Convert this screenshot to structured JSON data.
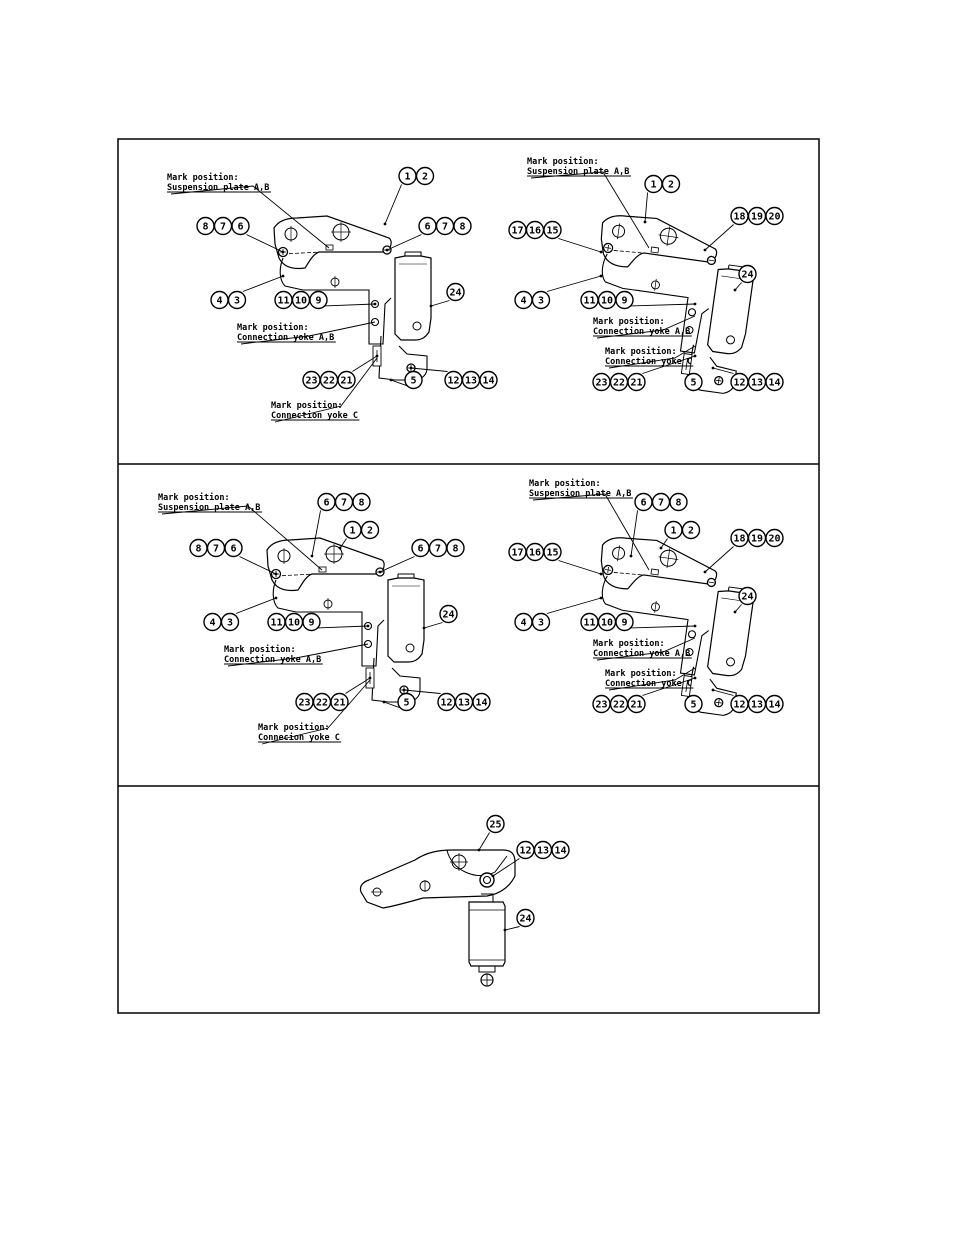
{
  "diagram": {
    "panels": [
      {
        "assemblies": [
          {
            "callouts": [
              {
                "id": "c12",
                "numbers": [
                  "1",
                  "2"
                ]
              },
              {
                "id": "c876",
                "numbers": [
                  "8",
                  "7",
                  "6"
                ]
              },
              {
                "id": "c678",
                "numbers": [
                  "6",
                  "7",
                  "8"
                ]
              },
              {
                "id": "c43",
                "numbers": [
                  "4",
                  "3"
                ]
              },
              {
                "id": "c11109",
                "numbers": [
                  "11",
                  "10",
                  "9"
                ]
              },
              {
                "id": "c24",
                "numbers": [
                  "24"
                ]
              },
              {
                "id": "c232221",
                "numbers": [
                  "23",
                  "22",
                  "21"
                ]
              },
              {
                "id": "c5",
                "numbers": [
                  "5"
                ]
              },
              {
                "id": "c121314",
                "numbers": [
                  "12",
                  "13",
                  "14"
                ]
              }
            ],
            "marks": [
              {
                "lines": [
                  "Mark position:",
                  "Suspension plate A,B"
                ]
              },
              {
                "lines": [
                  "Mark position:",
                  "Connection yoke A,B"
                ]
              },
              {
                "lines": [
                  "Mark position:",
                  "Connection yoke C"
                ]
              }
            ]
          },
          {
            "callouts": [
              {
                "id": "c12",
                "numbers": [
                  "1",
                  "2"
                ]
              },
              {
                "id": "c171615",
                "numbers": [
                  "17",
                  "16",
                  "15"
                ]
              },
              {
                "id": "c181920",
                "numbers": [
                  "18",
                  "19",
                  "20"
                ]
              },
              {
                "id": "c24",
                "numbers": [
                  "24"
                ]
              },
              {
                "id": "c43",
                "numbers": [
                  "4",
                  "3"
                ]
              },
              {
                "id": "c11109",
                "numbers": [
                  "11",
                  "10",
                  "9"
                ]
              },
              {
                "id": "c232221",
                "numbers": [
                  "23",
                  "22",
                  "21"
                ]
              },
              {
                "id": "c5",
                "numbers": [
                  "5"
                ]
              },
              {
                "id": "c121314",
                "numbers": [
                  "12",
                  "13",
                  "14"
                ]
              }
            ],
            "marks": [
              {
                "lines": [
                  "Mark position:",
                  "Suspension plate A,B"
                ]
              },
              {
                "lines": [
                  "Mark position:",
                  "Connection yoke A,B"
                ]
              },
              {
                "lines": [
                  "Mark position:",
                  "Connection yoke C"
                ]
              }
            ]
          }
        ]
      },
      {
        "assemblies": [
          {
            "callouts": [
              {
                "id": "c678top",
                "numbers": [
                  "6",
                  "7",
                  "8"
                ]
              },
              {
                "id": "c12",
                "numbers": [
                  "1",
                  "2"
                ]
              },
              {
                "id": "c876",
                "numbers": [
                  "8",
                  "7",
                  "6"
                ]
              },
              {
                "id": "c678",
                "numbers": [
                  "6",
                  "7",
                  "8"
                ]
              },
              {
                "id": "c43",
                "numbers": [
                  "4",
                  "3"
                ]
              },
              {
                "id": "c11109",
                "numbers": [
                  "11",
                  "10",
                  "9"
                ]
              },
              {
                "id": "c24",
                "numbers": [
                  "24"
                ]
              },
              {
                "id": "c232221",
                "numbers": [
                  "23",
                  "22",
                  "21"
                ]
              },
              {
                "id": "c5",
                "numbers": [
                  "5"
                ]
              },
              {
                "id": "c121314",
                "numbers": [
                  "12",
                  "13",
                  "14"
                ]
              }
            ],
            "marks": [
              {
                "lines": [
                  "Mark position:",
                  "Suspension plate A,B"
                ]
              },
              {
                "lines": [
                  "Mark position:",
                  "Connection yoke A,B"
                ]
              },
              {
                "lines": [
                  "Mark position:",
                  "Connecion yoke C"
                ]
              }
            ]
          },
          {
            "callouts": [
              {
                "id": "c678top",
                "numbers": [
                  "6",
                  "7",
                  "8"
                ]
              },
              {
                "id": "c12",
                "numbers": [
                  "1",
                  "2"
                ]
              },
              {
                "id": "c171615",
                "numbers": [
                  "17",
                  "16",
                  "15"
                ]
              },
              {
                "id": "c181920",
                "numbers": [
                  "18",
                  "19",
                  "20"
                ]
              },
              {
                "id": "c24",
                "numbers": [
                  "24"
                ]
              },
              {
                "id": "c43",
                "numbers": [
                  "4",
                  "3"
                ]
              },
              {
                "id": "c11109",
                "numbers": [
                  "11",
                  "10",
                  "9"
                ]
              },
              {
                "id": "c232221",
                "numbers": [
                  "23",
                  "22",
                  "21"
                ]
              },
              {
                "id": "c5",
                "numbers": [
                  "5"
                ]
              },
              {
                "id": "c121314",
                "numbers": [
                  "12",
                  "13",
                  "14"
                ]
              }
            ],
            "marks": [
              {
                "lines": [
                  "Mark position:",
                  "Suspension plate A,B"
                ]
              },
              {
                "lines": [
                  "Mark position:",
                  "Connection yoke A,B"
                ]
              },
              {
                "lines": [
                  "Mark position:",
                  "Connection yoke C"
                ]
              }
            ]
          }
        ]
      },
      {
        "assemblies": [
          {
            "callouts": [
              {
                "id": "c25",
                "numbers": [
                  "25"
                ]
              },
              {
                "id": "c121314",
                "numbers": [
                  "12",
                  "13",
                  "14"
                ]
              },
              {
                "id": "c24",
                "numbers": [
                  "24"
                ]
              }
            ],
            "marks": []
          }
        ]
      }
    ]
  }
}
